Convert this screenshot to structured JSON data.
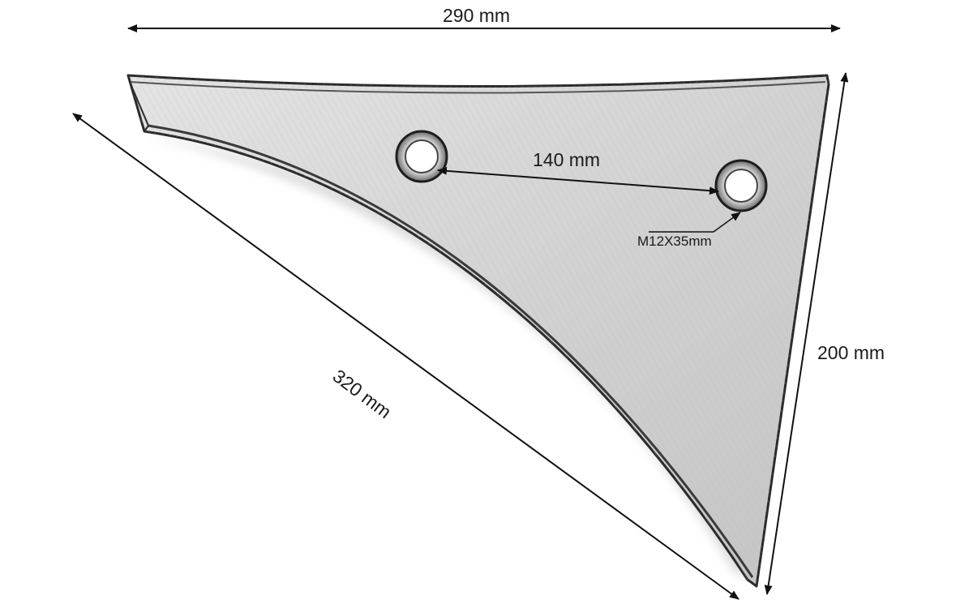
{
  "dimensions": {
    "top_width": "290 mm",
    "hole_spacing": "140 mm",
    "bolt_size": "M12X35mm",
    "right_height": "200 mm",
    "diagonal_length": "320 mm"
  },
  "colors": {
    "background": "#ffffff",
    "plate_fill": "#cfcfcf",
    "plate_edge": "#2b2b2b",
    "shadow": "#9a9a9a",
    "dimension_line": "#111111",
    "text": "#1a1a1a"
  }
}
